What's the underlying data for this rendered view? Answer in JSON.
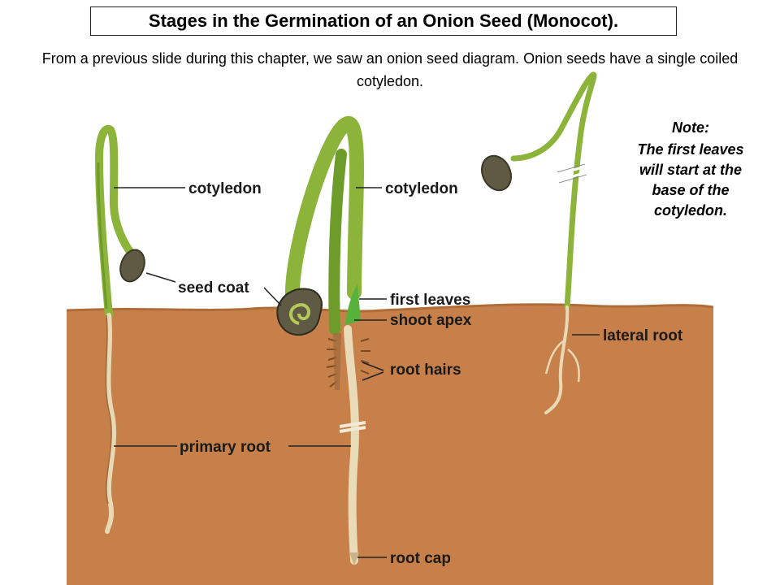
{
  "slide": {
    "title": "Stages in the Germination of an Onion Seed (Monocot).",
    "subtitle": "From a previous slide during this chapter, we saw an onion seed diagram.  Onion seeds have a single coiled cotyledon.",
    "note": {
      "heading": "Note:",
      "body": "The first leaves will start at the base of the cotyledon."
    }
  },
  "diagram": {
    "labels": {
      "cotyledon_1": "cotyledon",
      "seed_coat": "seed coat",
      "primary_root": "primary root",
      "cotyledon_2": "cotyledon",
      "first_leaves": "first leaves",
      "shoot_apex": "shoot apex",
      "root_hairs": "root hairs",
      "root_cap": "root cap",
      "lateral_root": "lateral root"
    },
    "colors": {
      "soil": "#c8804a",
      "soil_edge": "#b06c38",
      "stem_green": "#8cb43a",
      "stem_dark": "#5f8a22",
      "seed": "#5e5a44",
      "root": "#e8d9b4",
      "leaf_bright": "#58b13a",
      "leader": "#222222"
    }
  }
}
